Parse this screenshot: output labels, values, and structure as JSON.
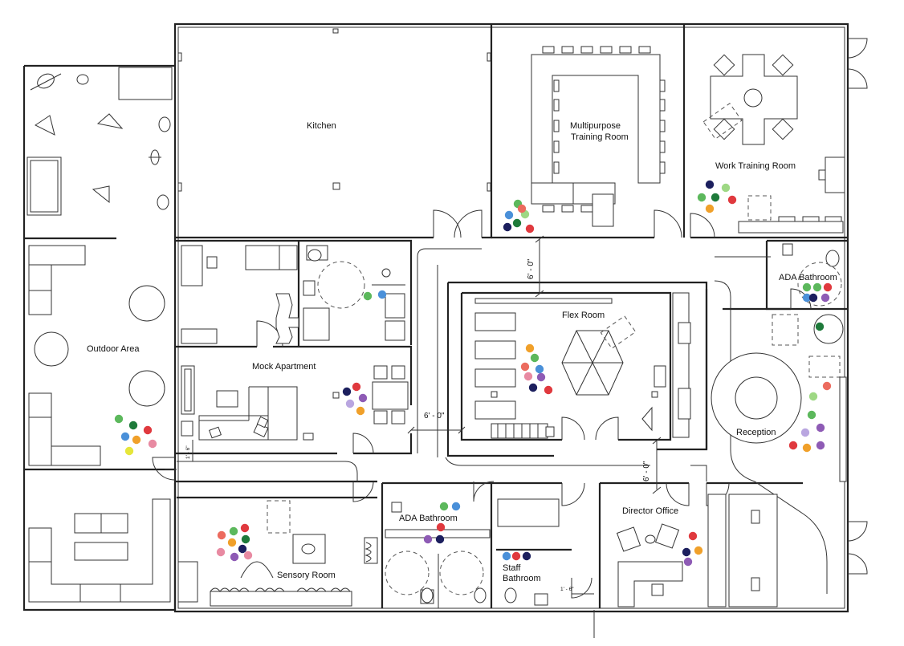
{
  "rooms": {
    "kitchen": "Kitchen",
    "multipurpose_line1": "Multipurpose",
    "multipurpose_line2": "Training Room",
    "work_training": "Work Training Room",
    "ada_bathroom_right": "ADA Bathroom",
    "outdoor_area": "Outdoor Area",
    "mock_apartment": "Mock Apartment",
    "flex_room": "Flex Room",
    "reception": "Reception",
    "director_office": "Director Office",
    "ada_bathroom_bottom": "ADA Bathroom",
    "staff_bathroom_line1": "Staff",
    "staff_bathroom_line2": "Bathroom",
    "sensory_room": "Sensory Room"
  },
  "dimensions": {
    "six_ft_vertical_top": "6' - 0\"",
    "six_ft_horizontal": "6' - 0\"",
    "six_ft_vertical_reception": "6' - 0\"",
    "small_left": "1' - 6\"",
    "small_bottom": "1' - 6\""
  },
  "marker_colors": {
    "green": "#5cb85c",
    "dark_green": "#1e7a3a",
    "blue": "#4a90d9",
    "red": "#e0393e",
    "navy": "#1c1f5e",
    "purple": "#8e5bb5",
    "lavender": "#b9a6e0",
    "pink": "#e88aa2",
    "orange": "#f0a02a",
    "yellow": "#e6e63a",
    "light_green": "#9ed884",
    "coral": "#ec6b5e"
  }
}
